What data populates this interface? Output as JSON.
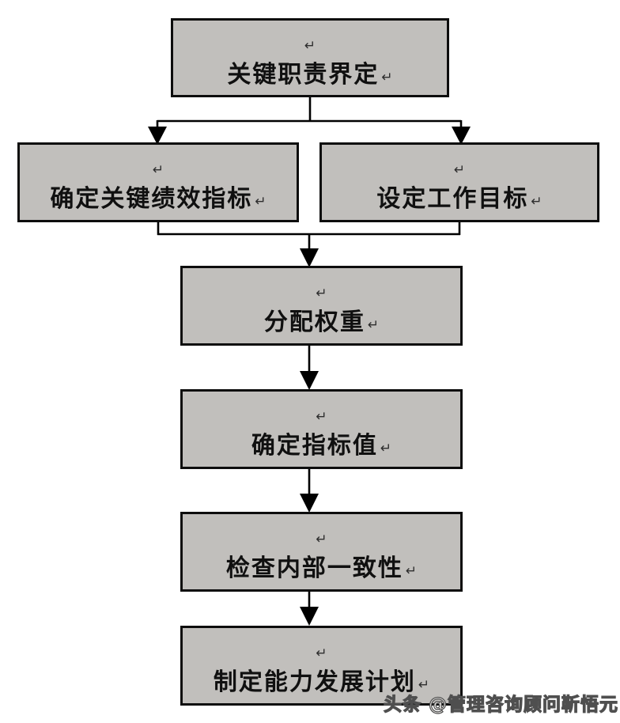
{
  "diagram": {
    "type": "flowchart",
    "return_mark": "↵",
    "colors": {
      "background": "#ffffff",
      "node_fill": "#c1bfbc",
      "node_border": "#0d0d0d",
      "arrow": "#000000",
      "text": "#101010",
      "watermark_fill": "#ebe9e6",
      "watermark_outline": "#4f4f4f"
    },
    "nodes": [
      {
        "id": "key-responsibility-definition",
        "label": "关键职责界定"
      },
      {
        "id": "determine-kpi",
        "label": "确定关键绩效指标"
      },
      {
        "id": "set-work-goals",
        "label": "设定工作目标"
      },
      {
        "id": "assign-weights",
        "label": "分配权重"
      },
      {
        "id": "determine-target-values",
        "label": "确定指标值"
      },
      {
        "id": "check-internal-consistency",
        "label": "检查内部一致性"
      },
      {
        "id": "develop-capability-plan",
        "label": "制定能力发展计划"
      }
    ],
    "edges": [
      {
        "from": "key-responsibility-definition",
        "to": "determine-kpi"
      },
      {
        "from": "key-responsibility-definition",
        "to": "set-work-goals"
      },
      {
        "from": "determine-kpi",
        "to": "assign-weights"
      },
      {
        "from": "set-work-goals",
        "to": "assign-weights"
      },
      {
        "from": "assign-weights",
        "to": "determine-target-values"
      },
      {
        "from": "determine-target-values",
        "to": "check-internal-consistency"
      },
      {
        "from": "check-internal-consistency",
        "to": "develop-capability-plan"
      }
    ]
  },
  "watermark": {
    "text": "头条 @管理咨询顾问靳悟元"
  }
}
